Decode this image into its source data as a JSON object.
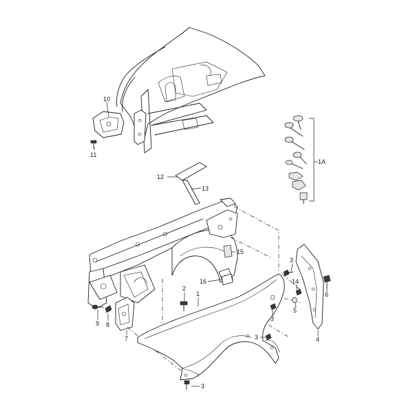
{
  "callouts": {
    "c1": "1",
    "c1a": "1A",
    "c2": "2",
    "c3a": "3",
    "c3b": "3",
    "c3c": "3",
    "c3d": "3",
    "c4": "4",
    "c5": "5",
    "c6": "6",
    "c7": "7",
    "c8": "8",
    "c9": "9",
    "c10": "10",
    "c11": "11",
    "c12": "12",
    "c13": "13",
    "c14": "14",
    "c15": "15",
    "c16": "16"
  }
}
